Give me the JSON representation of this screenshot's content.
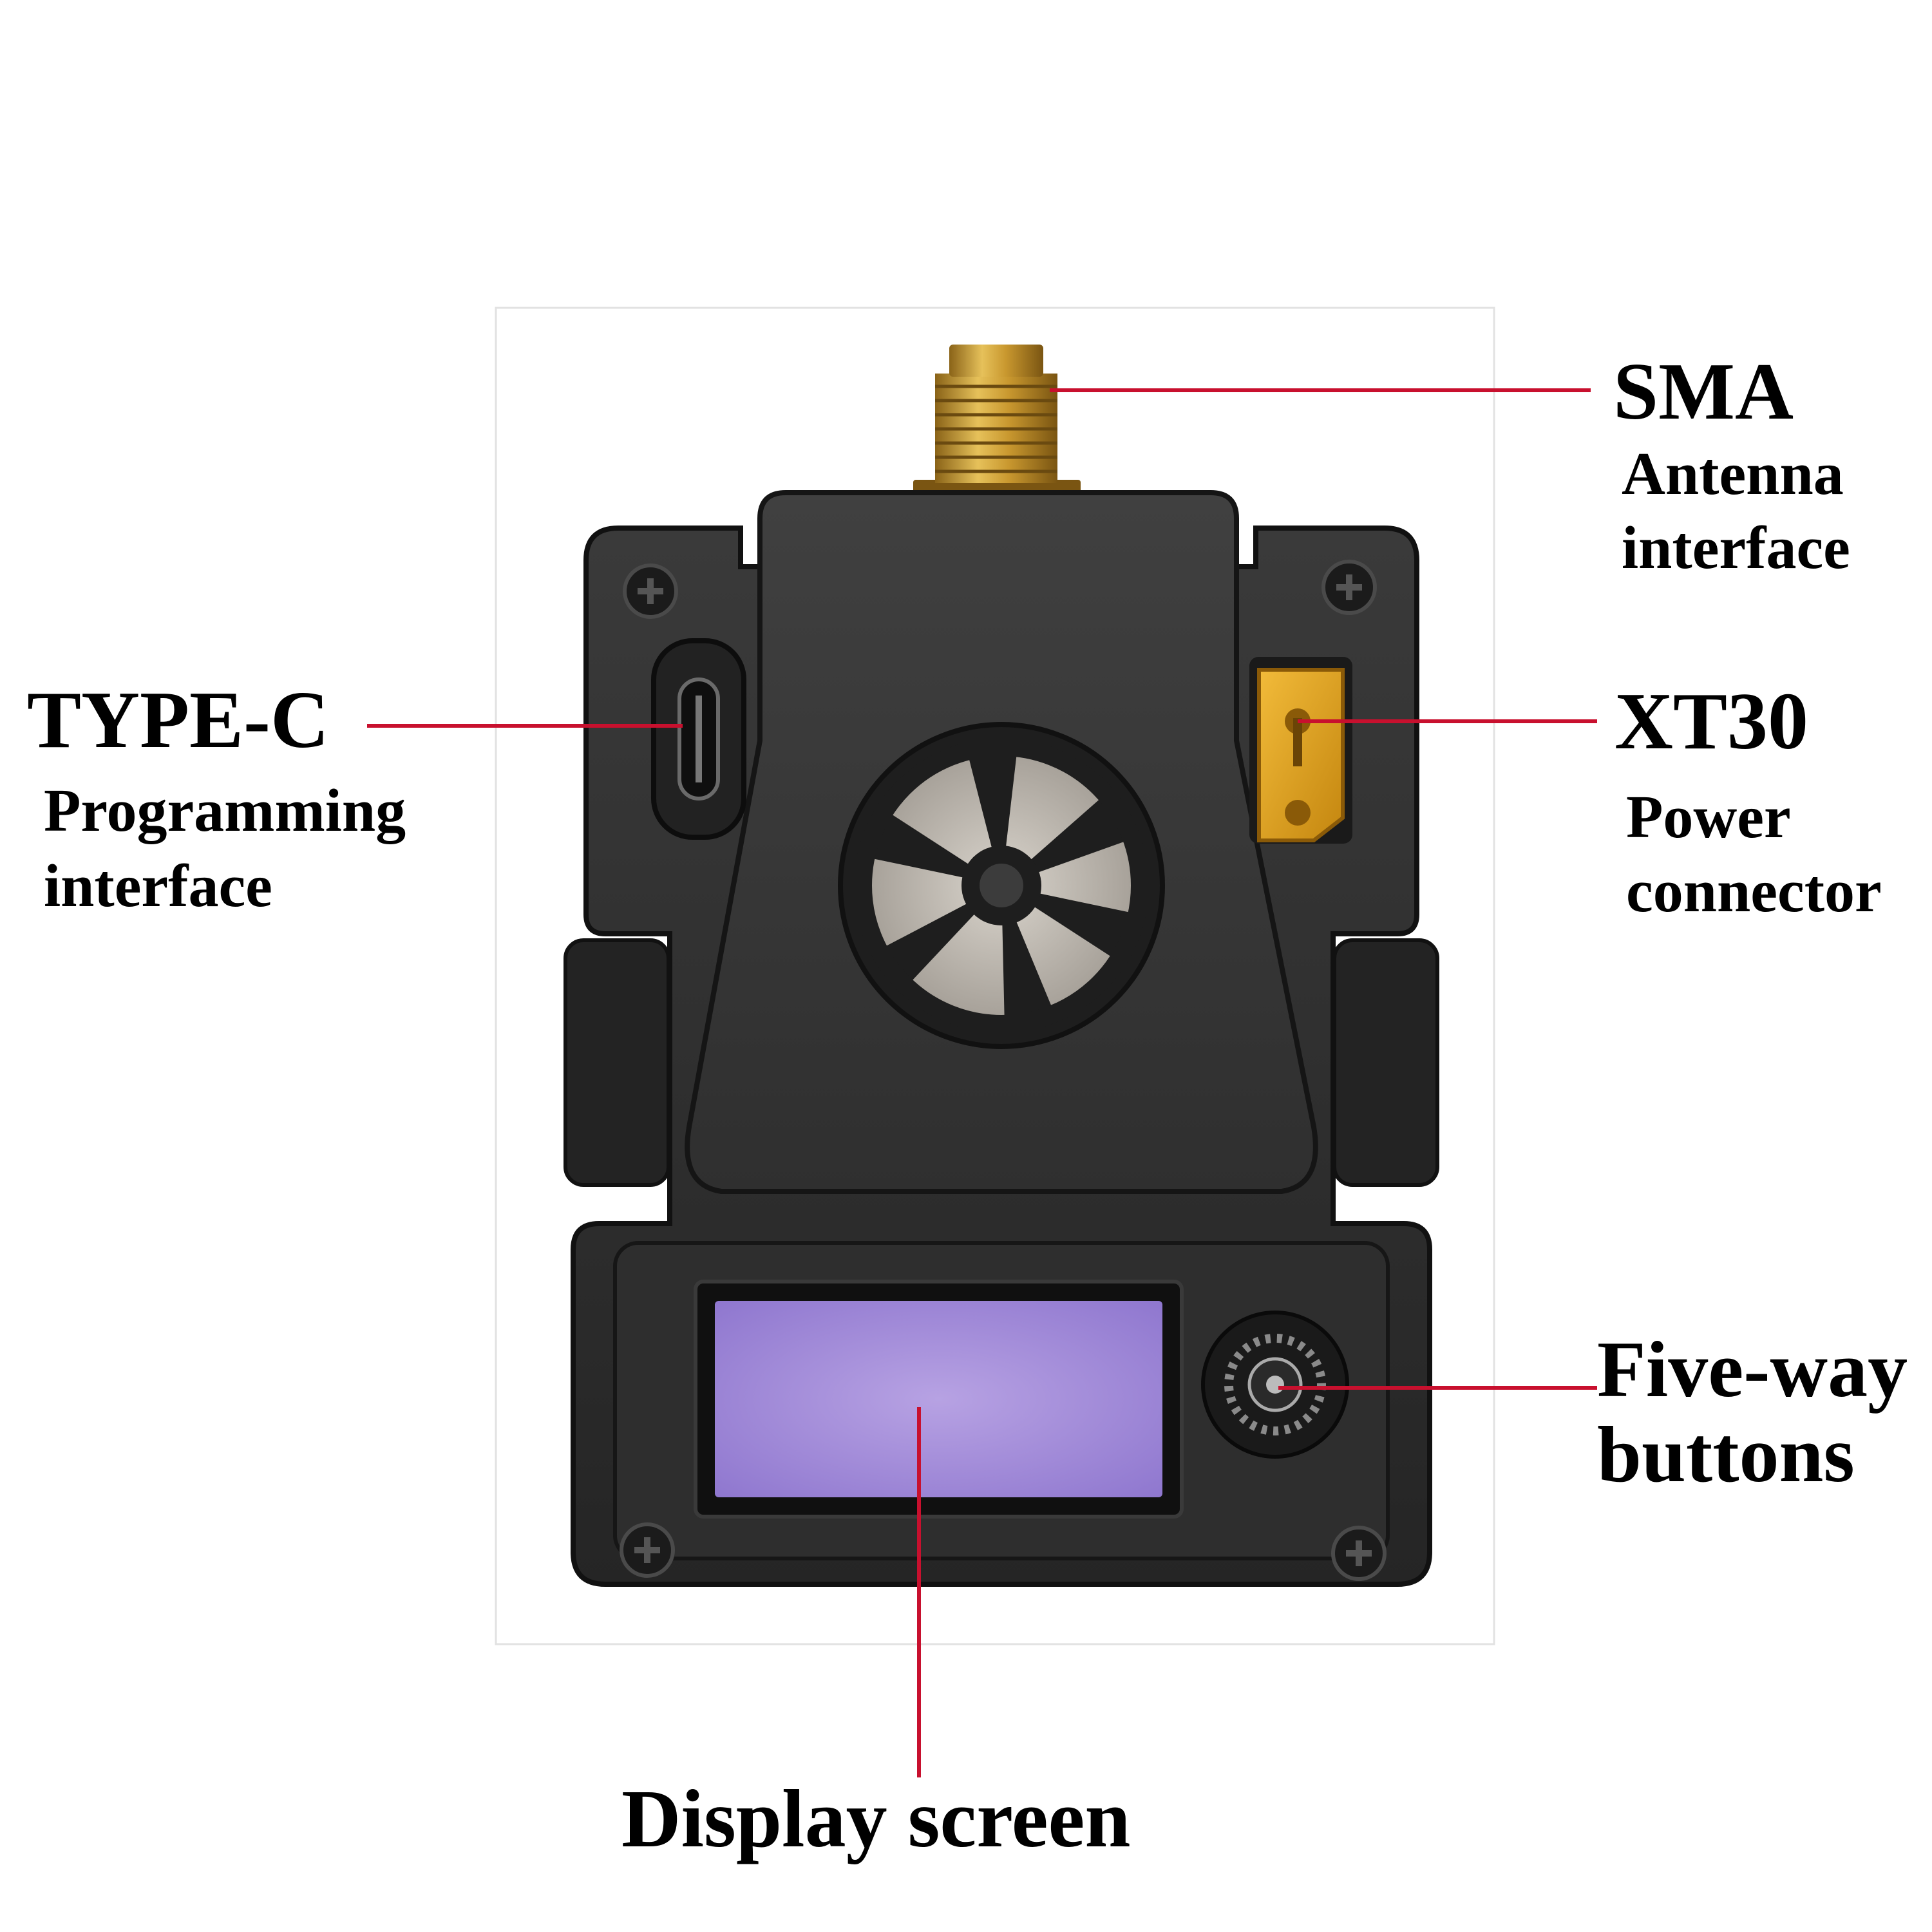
{
  "labels": {
    "sma_title": "SMA",
    "sma_line1": "Antenna",
    "sma_line2": "interface",
    "typec_title": "TYPE-C",
    "typec_line1": "Programming",
    "typec_line2": "interface",
    "xt30_title": "XT30",
    "xt30_line1": "Power",
    "xt30_line2": "connector",
    "fiveway_line1": "Five-way",
    "fiveway_line2": "buttons",
    "display": "Display screen"
  },
  "colors": {
    "leader_line": "#c8102e",
    "device_body": "#2b2b2b",
    "device_edge": "#141414",
    "antenna_gold": "#c9982f",
    "xt30_yellow": "#e0a424",
    "screen_glow": "#a990dc",
    "background": "#ffffff"
  }
}
